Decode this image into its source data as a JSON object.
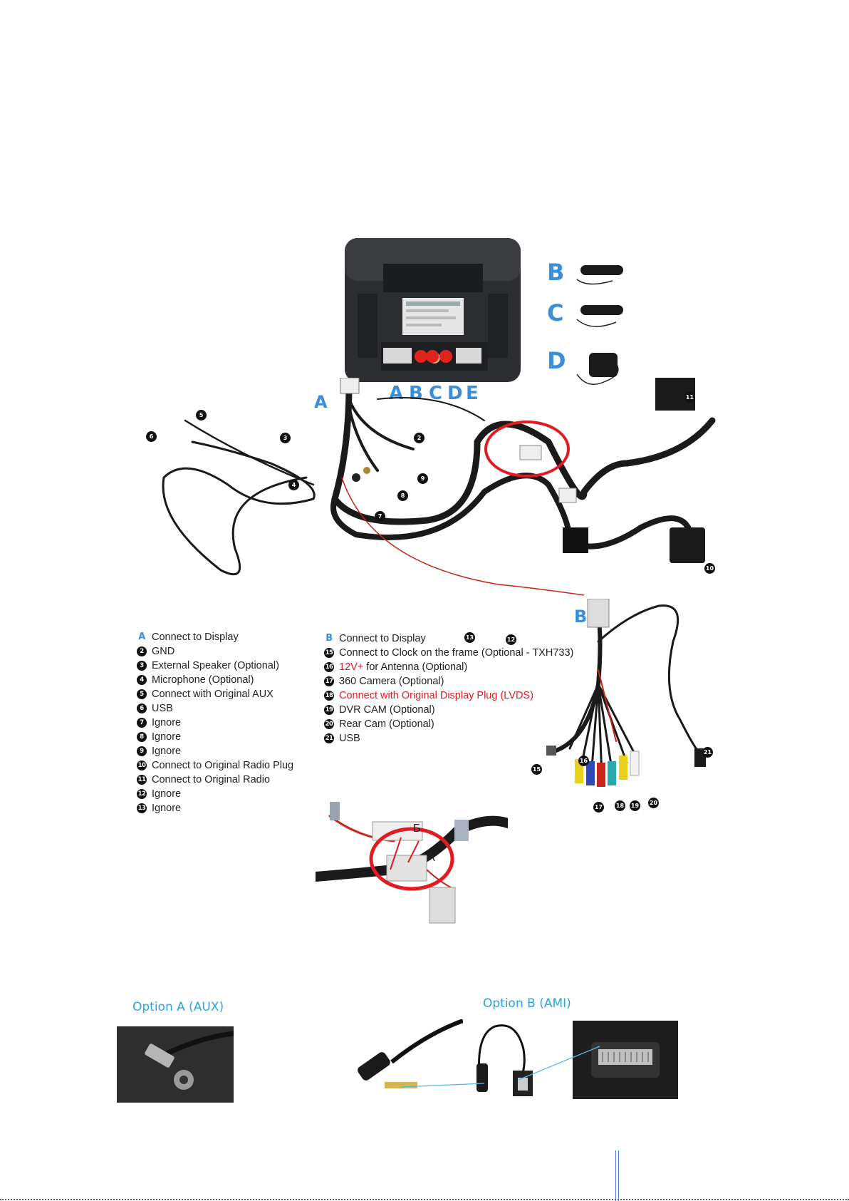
{
  "unit_labels": {
    "A": "A",
    "B": "B",
    "C": "C",
    "D": "D",
    "E": "E"
  },
  "side_parts": [
    "B",
    "C",
    "D"
  ],
  "harness_badges": {
    "A": "A",
    "n2": "2",
    "n3": "3",
    "n4": "4",
    "n5": "5",
    "n6": "6",
    "n7": "7",
    "n8": "8",
    "n9": "9",
    "n10": "10",
    "n11": "11",
    "n12": "12",
    "n13": "13",
    "B": "B",
    "n15": "15",
    "n16": "16",
    "n17": "17",
    "n18": "18",
    "n19": "19",
    "n20": "20",
    "n21": "21"
  },
  "legend_left": [
    {
      "mark": "A",
      "text": "Connect to Display",
      "letter": true
    },
    {
      "mark": "2",
      "text": "GND"
    },
    {
      "mark": "3",
      "text": "External Speaker (Optional)"
    },
    {
      "mark": "4",
      "text": "Microphone (Optional)"
    },
    {
      "mark": "5",
      "text": "Connect with Original AUX"
    },
    {
      "mark": "6",
      "text": "USB"
    },
    {
      "mark": "7",
      "text": "Ignore"
    },
    {
      "mark": "8",
      "text": "Ignore"
    },
    {
      "mark": "9",
      "text": "Ignore"
    },
    {
      "mark": "10",
      "text": "Connect to Original Radio Plug"
    },
    {
      "mark": "11",
      "text": "Connect to Original Radio"
    },
    {
      "mark": "12",
      "text": "Ignore"
    },
    {
      "mark": "13",
      "text": "Ignore"
    }
  ],
  "legend_right": [
    {
      "mark": "B",
      "text": "Connect to Display",
      "letter": true
    },
    {
      "mark": "15",
      "text": "Connect to Clock on the frame (Optional - TXH733)"
    },
    {
      "mark": "16",
      "text_red": "12V+",
      "text": " for Antenna (Optional)"
    },
    {
      "mark": "17",
      "text": "360 Camera (Optional)"
    },
    {
      "mark": "18",
      "text": "Connect with Original Display Plug (LVDS)",
      "red": true
    },
    {
      "mark": "19",
      "text": "DVR CAM (Optional)"
    },
    {
      "mark": "20",
      "text": "Rear Cam (Optional)"
    },
    {
      "mark": "21",
      "text": "USB"
    }
  ],
  "connector_zoom": {
    "label_b": "Б",
    "label_a": "A"
  },
  "options": {
    "a_title": "Option A (AUX)",
    "b_title": "Option B (AMI)"
  },
  "colors": {
    "accent_blue": "#3a8fd8",
    "highlight_red": "#e21b23",
    "option_blue": "#29a3e6"
  }
}
